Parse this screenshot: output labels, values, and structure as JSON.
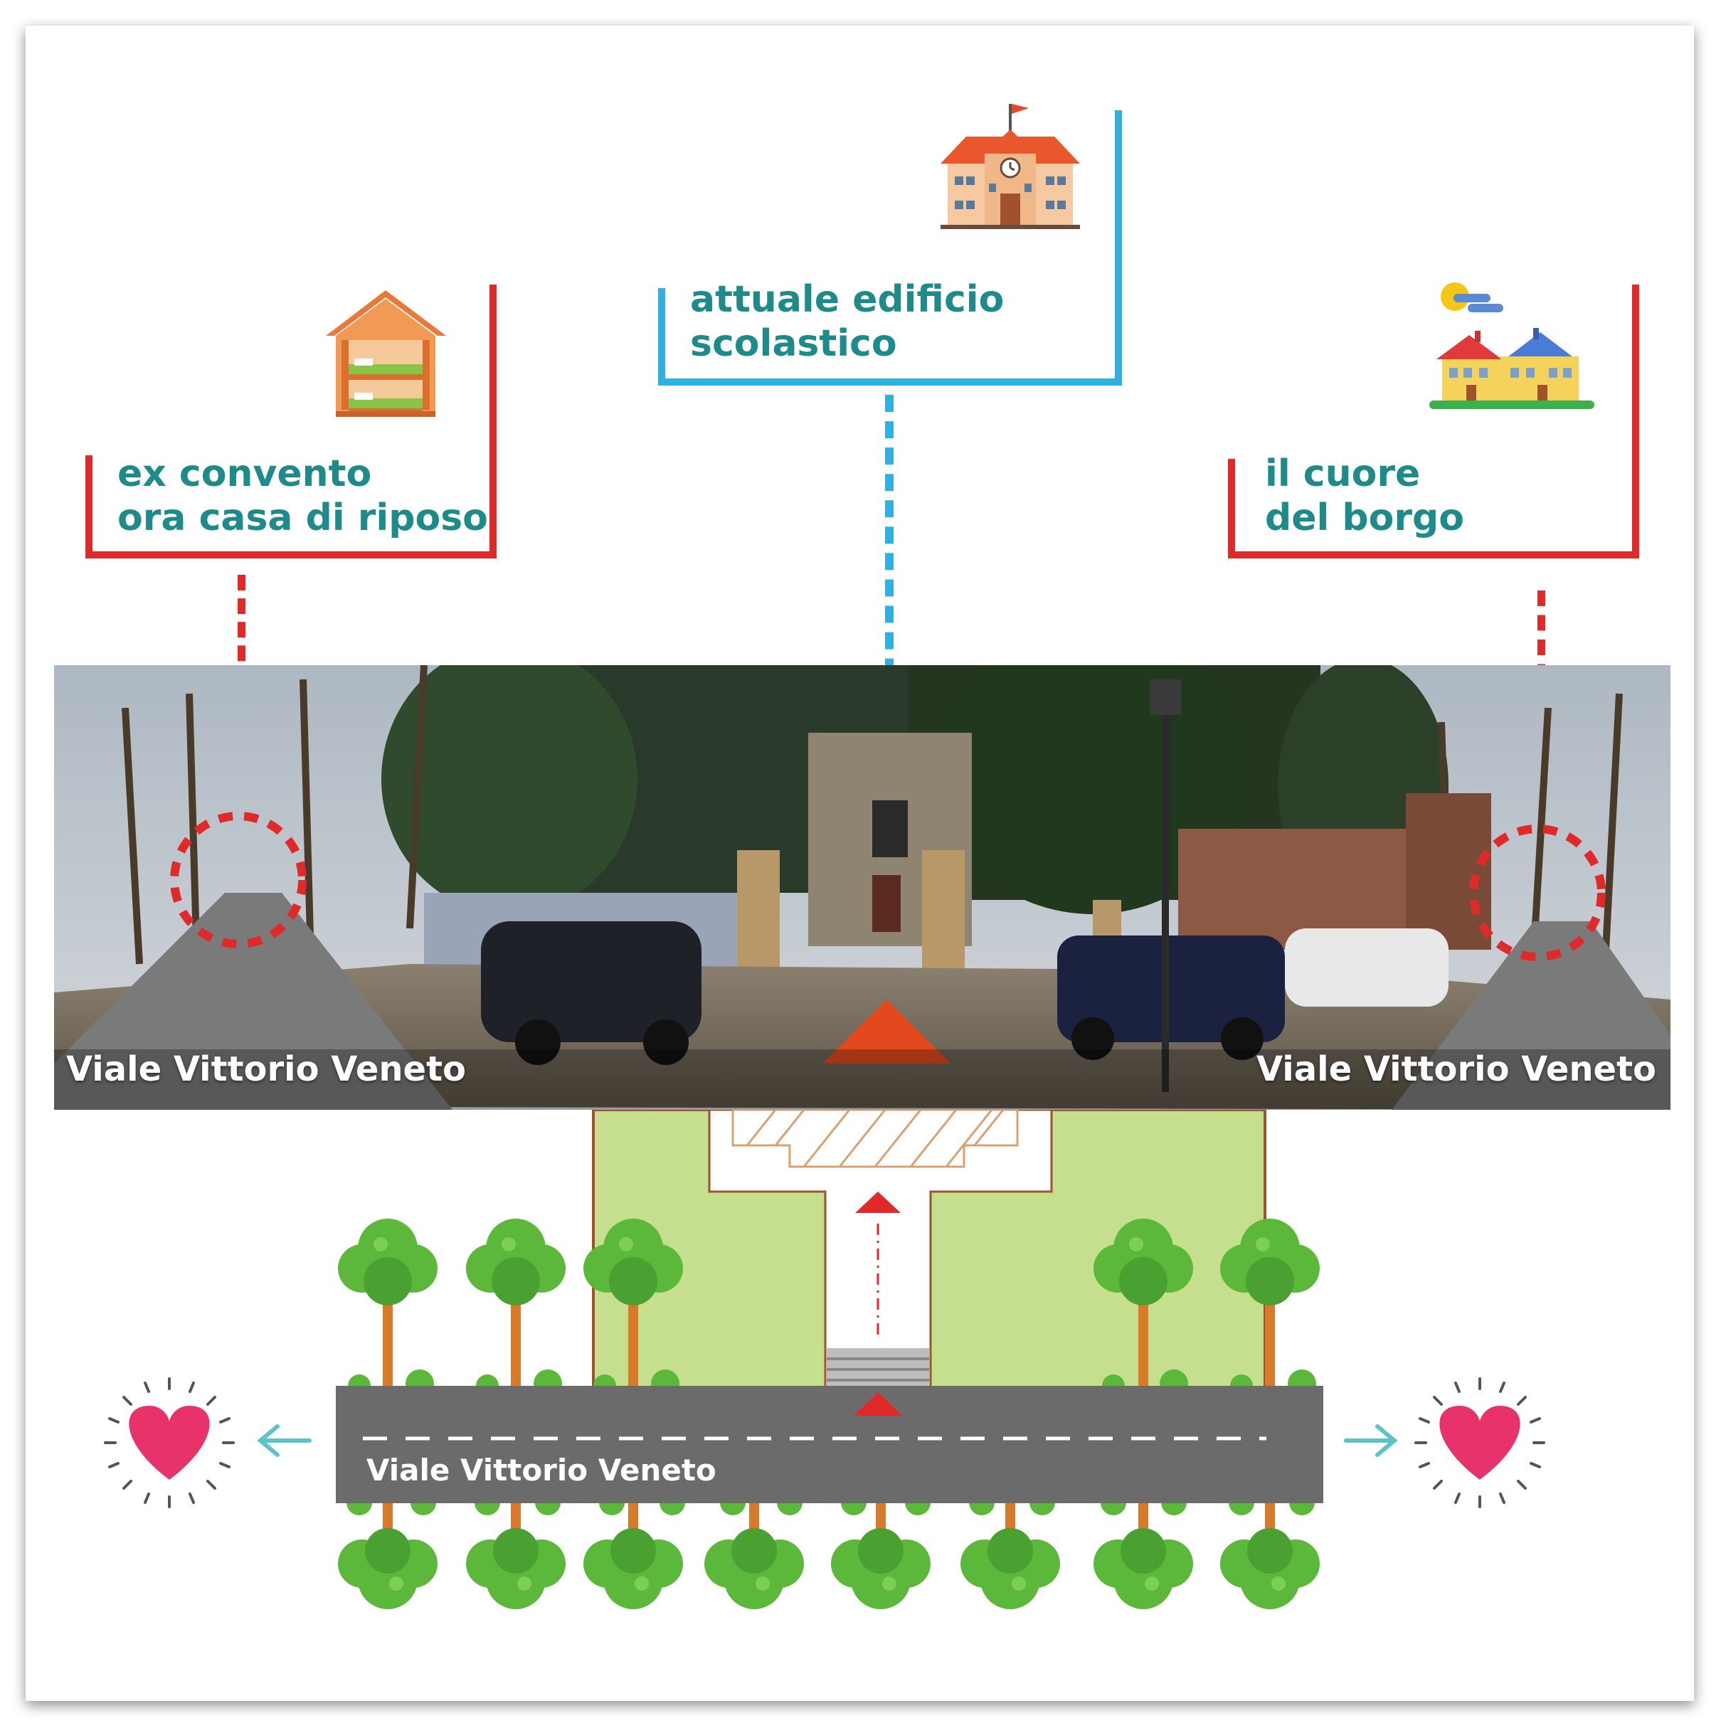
{
  "labels": {
    "left": {
      "line1": "ex convento",
      "line2": "ora casa di riposo"
    },
    "center": {
      "line1": "attuale edificio",
      "line2": "scolastico"
    },
    "right": {
      "line1": "il cuore",
      "line2": "del borgo"
    }
  },
  "panorama": {
    "street_left": "Viale Vittorio Veneto",
    "street_right": "Viale Vittorio Veneto"
  },
  "plan": {
    "road_label": "Viale Vittorio Veneto"
  },
  "icons": {
    "left": "dormitory-house-icon",
    "center": "school-building-icon",
    "right": "village-houses-icon",
    "heart_left": "heart-icon",
    "heart_right": "heart-icon"
  },
  "colors": {
    "text": "#1e8a8a",
    "bracket_red": "#e02a2a",
    "bracket_blue": "#2fb0e3",
    "road": "#6b6b6b",
    "lawn": "#c5df8e",
    "heart": "#e8336a",
    "arrow": "#5cc3c8"
  }
}
